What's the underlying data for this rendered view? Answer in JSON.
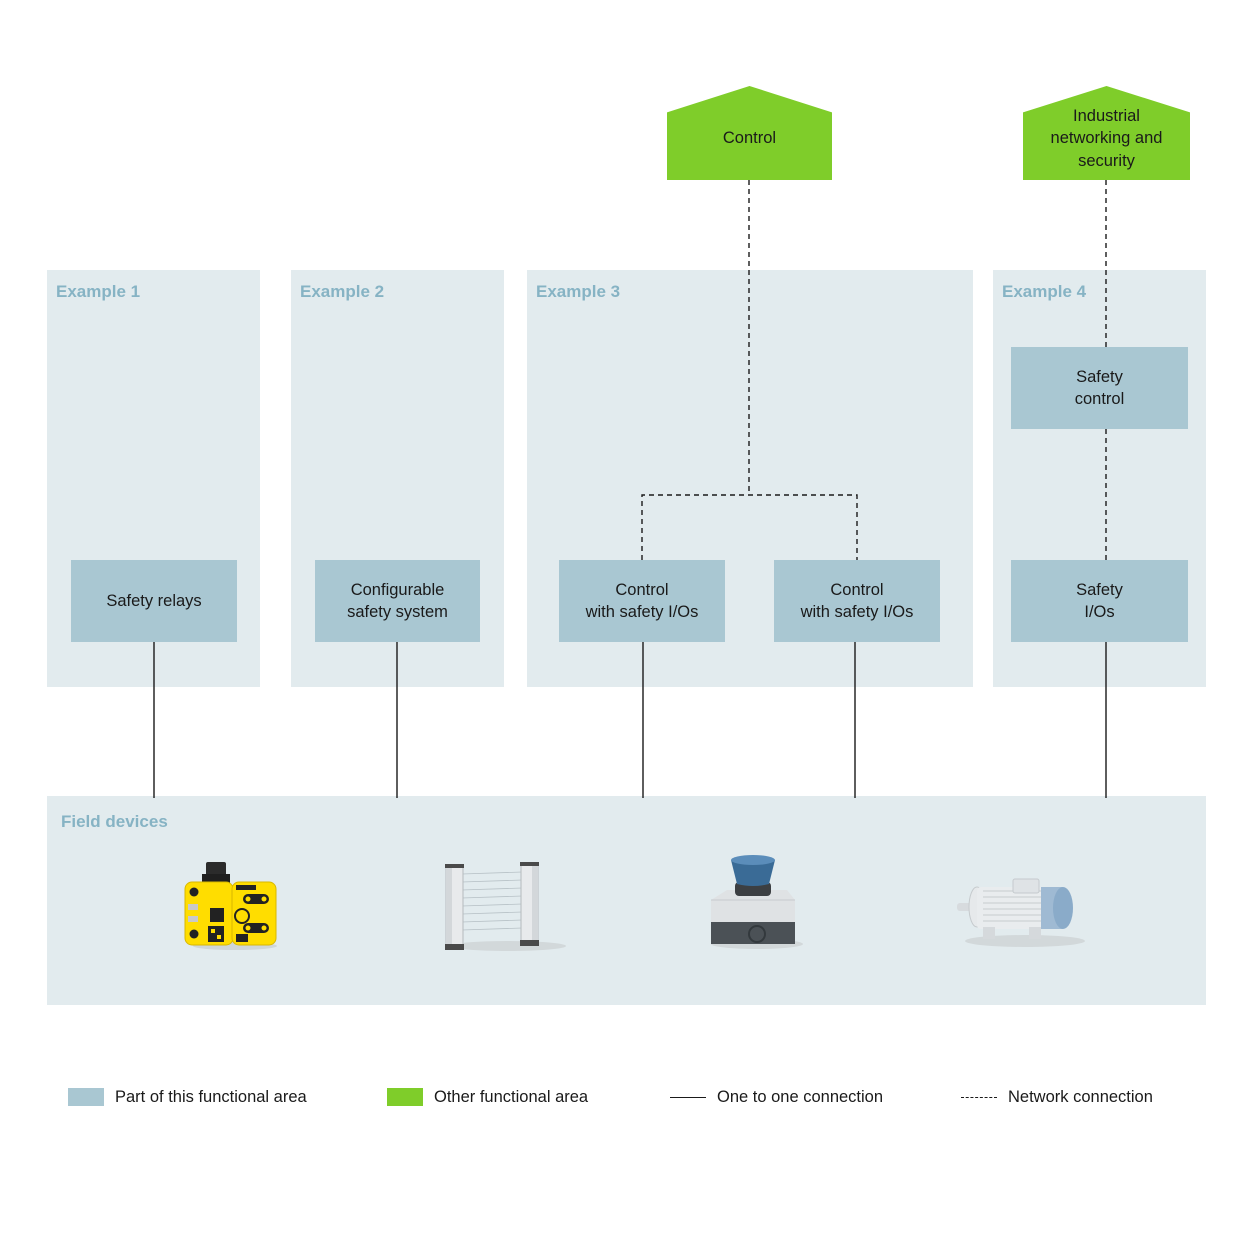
{
  "top_areas": {
    "control": "Control",
    "networking": "Industrial\nnetworking and\nsecurity"
  },
  "examples": [
    {
      "title": "Example 1"
    },
    {
      "title": "Example 2"
    },
    {
      "title": "Example 3"
    },
    {
      "title": "Example 4"
    }
  ],
  "boxes": {
    "safety_relays": "Safety relays",
    "configurable_safety_system": "Configurable\nsafety system",
    "control_safety_ios_1": "Control\nwith safety I/Os",
    "control_safety_ios_2": "Control\nwith safety I/Os",
    "safety_control": "Safety\ncontrol",
    "safety_ios": "Safety\nI/Os"
  },
  "field_devices": {
    "title": "Field devices",
    "devices": [
      {
        "icon": "safety-sensor-icon"
      },
      {
        "icon": "light-curtain-icon"
      },
      {
        "icon": "emergency-stop-icon"
      },
      {
        "icon": "electric-motor-icon"
      }
    ]
  },
  "legend": {
    "part_of_area": "Part of this functional area",
    "other_area": "Other functional area",
    "one_to_one": "One to one connection",
    "network": "Network connection"
  },
  "colors": {
    "panel": "#e2ebee",
    "box": "#a9c7d2",
    "other_area": "#7fcd2a",
    "title": "#86b3c4"
  }
}
